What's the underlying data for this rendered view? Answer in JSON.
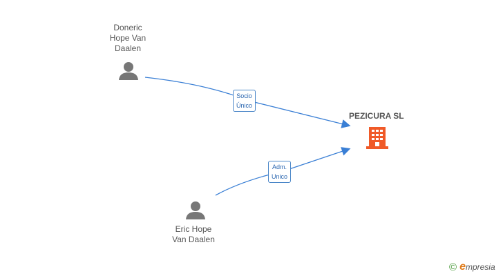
{
  "nodes": {
    "person1": {
      "name": "Doneric\nHope Van\nDaalen"
    },
    "person2": {
      "name": "Eric Hope\nVan Daalen"
    },
    "company": {
      "name": "PEZICURA SL"
    }
  },
  "edges": [
    {
      "label": "Socio\nÚnico"
    },
    {
      "label": "Adm.\nUnico"
    }
  ],
  "colors": {
    "edge": "#3a7fd5",
    "company_icon": "#f05a28",
    "person_icon": "#777777"
  },
  "brand": {
    "symbol": "©",
    "first": "e",
    "rest": "mpresia"
  }
}
